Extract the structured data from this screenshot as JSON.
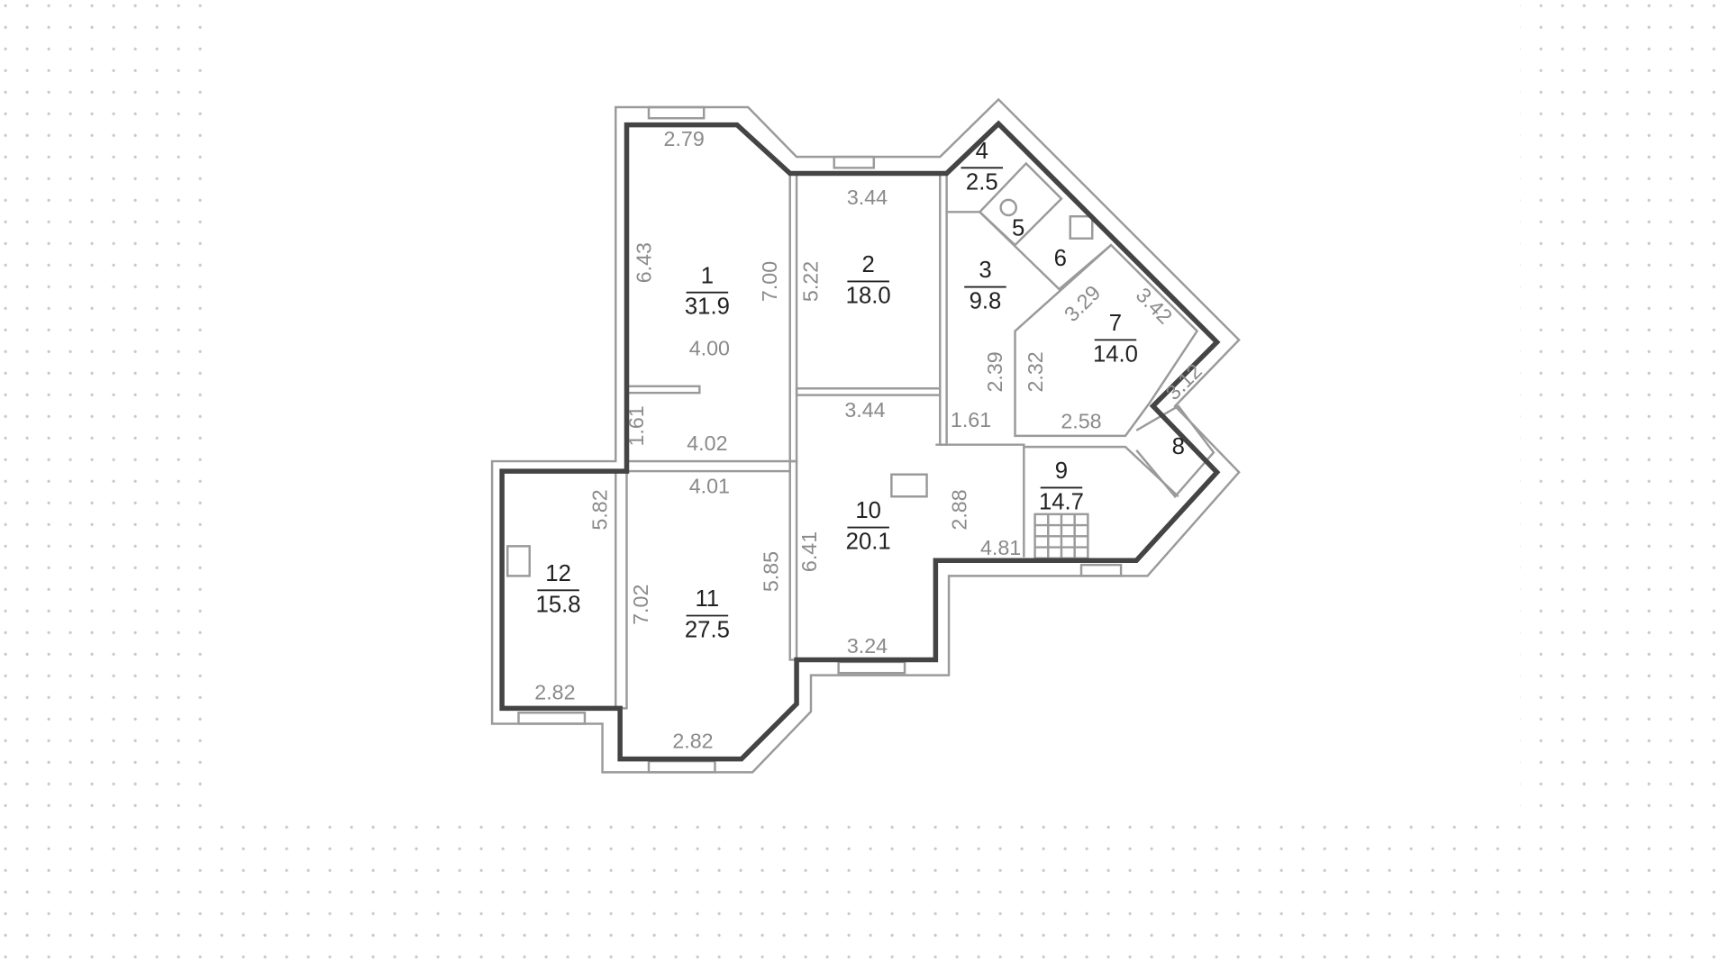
{
  "colors": {
    "outline": "#444444",
    "walls": "#9a9a9a",
    "dimension_text": "#8a8a8a",
    "room_text": "#222222",
    "grid_dots": "#c8c8c8"
  },
  "rooms": [
    {
      "number": "1",
      "area": "31.9"
    },
    {
      "number": "2",
      "area": "18.0"
    },
    {
      "number": "3",
      "area": "9.8"
    },
    {
      "number": "4",
      "area": "2.5"
    },
    {
      "number": "5",
      "area": ""
    },
    {
      "number": "6",
      "area": ""
    },
    {
      "number": "7",
      "area": "14.0"
    },
    {
      "number": "8",
      "area": ""
    },
    {
      "number": "9",
      "area": "14.7"
    },
    {
      "number": "10",
      "area": "20.1"
    },
    {
      "number": "11",
      "area": "27.5"
    },
    {
      "number": "12",
      "area": "15.8"
    }
  ],
  "dimensions": [
    "2.79",
    "6.43",
    "7.00",
    "4.00",
    "1.61",
    "4.02",
    "3.44",
    "5.22",
    "3.44",
    "1.61",
    "2.39",
    "2.32",
    "3.29",
    "3.42",
    "3.12",
    "2.58",
    "4.01",
    "5.82",
    "7.02",
    "5.85",
    "6.41",
    "2.88",
    "4.81",
    "3.24",
    "2.82",
    "2.82"
  ]
}
